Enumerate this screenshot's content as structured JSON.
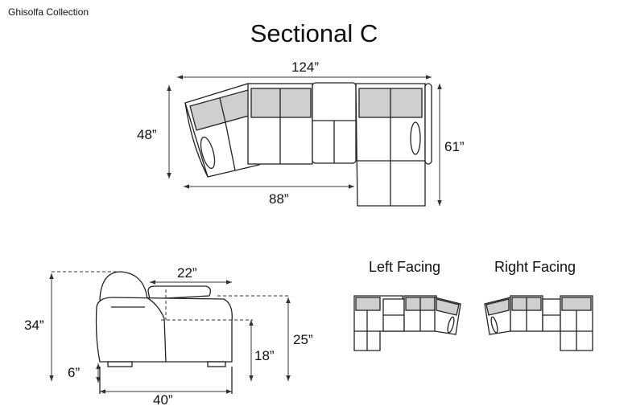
{
  "brand": "Ghisolfa Collection",
  "title": "Sectional C",
  "dimensions": {
    "top_width": "124”",
    "depth": "48”",
    "chaise_depth": "61”",
    "inner_width": "88”",
    "seat_depth": "22”",
    "height": "34”",
    "arm_height": "25”",
    "seat_height": "18”",
    "leg_height": "6”",
    "side_depth": "40”"
  },
  "orientations": {
    "left": "Left Facing",
    "right": "Right Facing"
  },
  "colors": {
    "cushion": "#cfcfcf",
    "outline": "#222222"
  }
}
